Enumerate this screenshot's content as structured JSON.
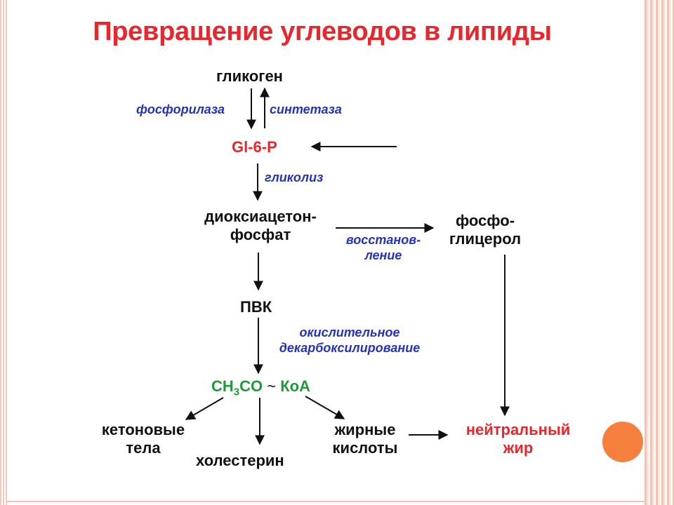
{
  "title": "Превращение углеводов в липиды",
  "nodes": {
    "glycogen": "гликоген",
    "g6p": "Gl-6-P",
    "dhap_line1": "диоксиацетон-",
    "dhap_line2": "фосфат",
    "phosphoglycerol_line1": "фосфо-",
    "phosphoglycerol_line2": "глицерол",
    "pvk": "ПВК",
    "acetyl_ch": "CH",
    "acetyl_sub": "3",
    "acetyl_co": "CO",
    "acetyl_tilde": "~",
    "acetyl_koa": "КоА",
    "ketone_line1": "кетоновые",
    "ketone_line2": "тела",
    "cholesterol": "холестерин",
    "fatty_line1": "жирные",
    "fatty_line2": "кислоты",
    "neutral_line1": "нейтральный",
    "neutral_line2": "жир"
  },
  "enzymes": {
    "phosphorylase": "фосфорилаза",
    "synthetase": "синтетаза",
    "glycolysis": "гликолиз",
    "reduction_line1": "восстанов-",
    "reduction_line2": "ление",
    "oxidative_line1": "окислительное",
    "oxidative_line2": "декарбоксилирование"
  },
  "colors": {
    "title": "#e8262b",
    "enzyme": "#2433b8",
    "g6p": "#e8262b",
    "acetyl_coa": "#1f9a3a",
    "neutral_fat": "#e8262b",
    "decor_circle": "#f5803e"
  }
}
